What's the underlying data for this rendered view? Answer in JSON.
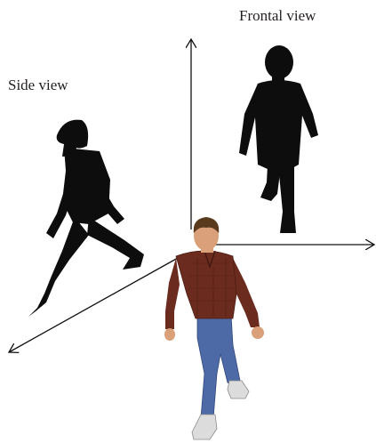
{
  "labels": {
    "frontal": "Frontal view",
    "side": "Side view"
  },
  "colors": {
    "silhouette": "#0d0d0d",
    "axis": "#111111",
    "shirt": "#6b2b1e",
    "jeans": "#4d6aa6",
    "skin": "#d9a07a",
    "hair": "#5a3a1c",
    "shoe": "#dcdcdc"
  },
  "icons": [
    "frontal-silhouette",
    "side-silhouette",
    "walking-person-photo",
    "axis-arrows"
  ]
}
